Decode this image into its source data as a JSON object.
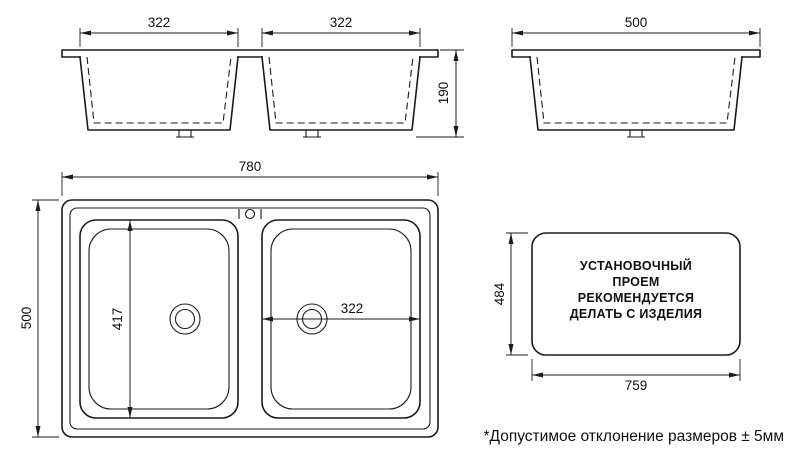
{
  "front_view": {
    "left_bowl_width": "322",
    "right_bowl_width": "322",
    "depth": "190"
  },
  "side_view": {
    "width": "500"
  },
  "plan_view": {
    "overall_width": "780",
    "overall_depth": "500",
    "bowl_length": "417",
    "bowl_width": "322"
  },
  "cutout": {
    "height": "484",
    "width": "759",
    "note_lines": [
      "УСТАНОВОЧНЫЙ",
      "ПРОЕМ",
      "РЕКОМЕНДУЕТСЯ",
      "ДЕЛАТЬ С ИЗДЕЛИЯ"
    ]
  },
  "footnote": "*Допустимое отклонение размеров ± 5мм",
  "colors": {
    "line": "#1b1b1b",
    "background": "#ffffff"
  }
}
